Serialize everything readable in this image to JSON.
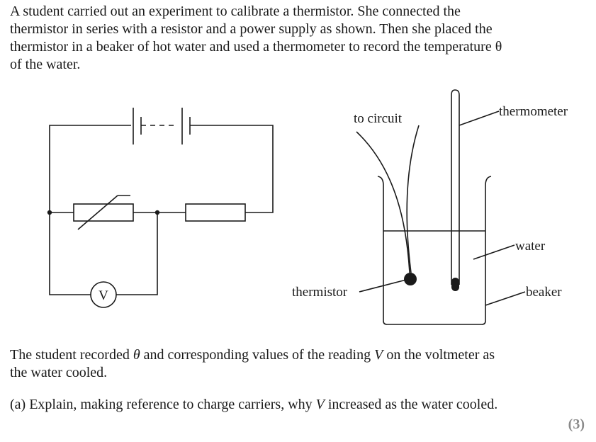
{
  "intro_lines": [
    "A student carried out an experiment to calibrate a thermistor.  She connected the",
    "thermistor in series with a resistor and a power supply as shown.  Then she placed the",
    "thermistor in a beaker of hot water and used a thermometer to record the temperature θ",
    "of the water."
  ],
  "diagram": {
    "voltmeter_symbol": "V",
    "labels": {
      "to_circuit": "to circuit",
      "thermometer": "thermometer",
      "water": "water",
      "thermistor": "thermistor",
      "beaker": "beaker"
    }
  },
  "paragraph": {
    "line1_a": "The student recorded ",
    "theta": "θ",
    "line1_b": " and corresponding values of the reading ",
    "v": "V",
    "line1_c": " on the voltmeter as",
    "line2": "the water cooled."
  },
  "question": {
    "part": "(a)",
    "text_a": " Explain, making reference to charge carriers, why ",
    "v": "V",
    "text_b": " increased as the water cooled.",
    "marks": "(3)"
  }
}
